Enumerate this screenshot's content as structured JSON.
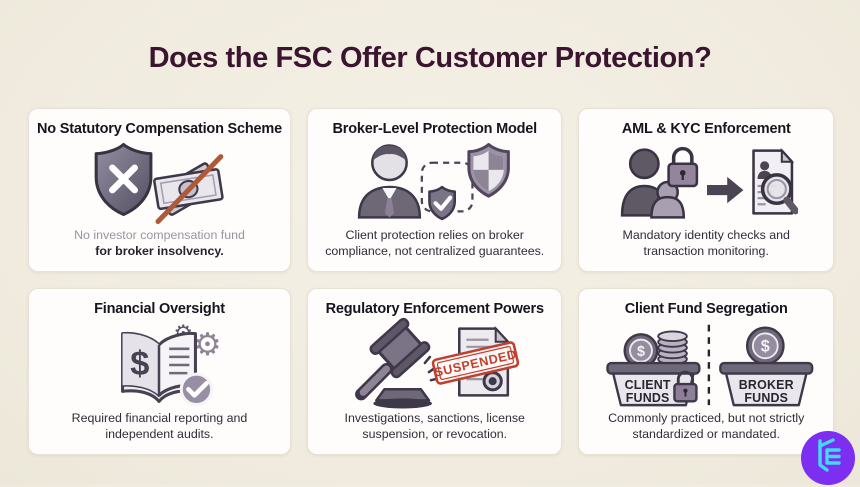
{
  "header": {
    "title": "Does the FSC Offer Customer Protection?"
  },
  "colors": {
    "background": "#f0ebde",
    "card_background": "#fefdfb",
    "title_color": "#3b1430",
    "icon_outline": "#3e3848",
    "stamp_red": "#c0402e",
    "slash_red": "#ae5a39",
    "logo_purple": "#7c2ff0",
    "logo_cyan": "#3fdcf6"
  },
  "glyphs": {
    "dollar": "$",
    "gear": "⚙"
  },
  "cards": [
    {
      "title": "No Statutory Compensation Scheme",
      "icon": "shield-x-crossed-money",
      "lines": [
        "No investor compensation fund",
        "for broker insolvency."
      ]
    },
    {
      "title": "Broker-Level Protection Model",
      "icon": "broker-person-shields",
      "lines": [
        "Client protection relies on broker",
        "compliance, not centralized guarantees."
      ]
    },
    {
      "title": "AML & KYC Enforcement",
      "icon": "identity-check-document",
      "lines": [
        "Mandatory identity checks and",
        "transaction monitoring."
      ]
    },
    {
      "title": "Financial Oversight",
      "icon": "ledger-audit",
      "lines": [
        "Required financial reporting and",
        "independent audits."
      ]
    },
    {
      "title": "Regulatory Enforcement Powers",
      "icon": "gavel-suspended-license",
      "lines": [
        "Investigations, sanctions, license",
        "suspension, or revocation."
      ]
    },
    {
      "title": "Client Fund Segregation",
      "icon": "segregated-fund-bins",
      "lines": [
        "Commonly practiced, but not strictly",
        "standardized or mandated."
      ],
      "bins": {
        "client_line1": "CLIENT",
        "client_line2": "FUNDS",
        "broker_line1": "BROKER",
        "broker_line2": "FUNDS"
      }
    }
  ],
  "stamp": {
    "text": "SUSPENDED"
  }
}
